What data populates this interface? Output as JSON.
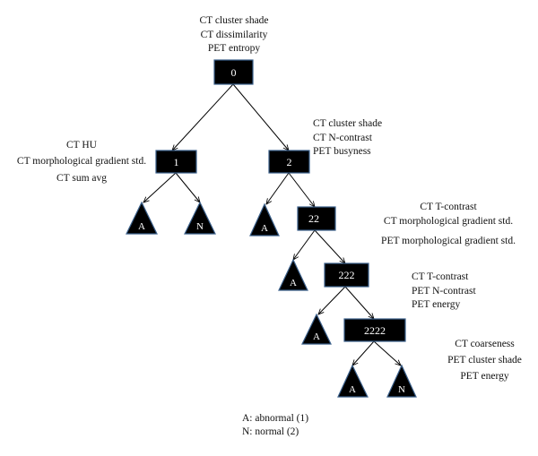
{
  "colors": {
    "node_fill": "#000000",
    "node_border": "#3a5f8a",
    "node_text": "#ffffff",
    "edge": "#000000",
    "text": "#111111"
  },
  "nodes": {
    "n0": "0",
    "n1": "1",
    "n2": "2",
    "n22": "22",
    "n222": "222",
    "n2222": "2222"
  },
  "leaves": {
    "l1a": "A",
    "l1n": "N",
    "l2a": "A",
    "l22a": "A",
    "l222a": "A",
    "l2222a": "A",
    "l2222n": "N"
  },
  "features": {
    "n0": [
      "CT cluster shade",
      "CT dissimilarity",
      "PET entropy"
    ],
    "n1": [
      "CT HU",
      "CT morphological gradient std.",
      "CT sum avg"
    ],
    "n2": [
      "CT cluster shade",
      "CT N-contrast",
      "PET busyness"
    ],
    "n22": [
      "CT T-contrast",
      "CT morphological gradient std.",
      "PET morphological gradient std."
    ],
    "n222": [
      "CT T-contrast",
      "PET N-contrast",
      "PET energy"
    ],
    "n2222": [
      "CT coarseness",
      "PET cluster shade",
      "PET energy"
    ]
  },
  "legend": [
    "A: abnormal (1)",
    "N: normal (2)"
  ]
}
